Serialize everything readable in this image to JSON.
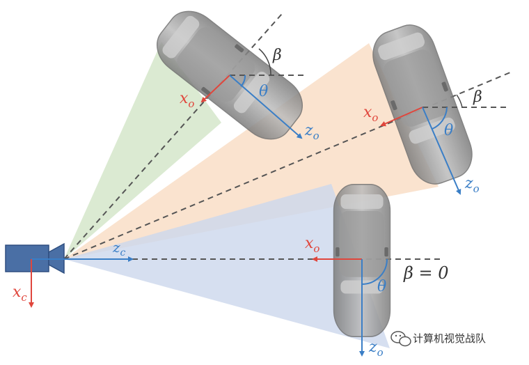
{
  "labels": {
    "xo": "x",
    "xo_sub": "o",
    "zo": "z",
    "zo_sub": "o",
    "xc": "x",
    "xc_sub": "c",
    "zc": "z",
    "zc_sub": "c",
    "beta": "β",
    "theta": "θ",
    "beta_zero": "β = 0"
  },
  "watermark": {
    "text": "计算机视觉战队"
  },
  "colors": {
    "red_axis": "#e0463c",
    "blue_axis": "#3a7ec6",
    "camera": "#4a6fa5",
    "green_fov": "#cfe3c3",
    "orange_fov": "#f8d9bf",
    "blue_fov": "#ccd7ec",
    "car_body": "#8c8c8c"
  }
}
